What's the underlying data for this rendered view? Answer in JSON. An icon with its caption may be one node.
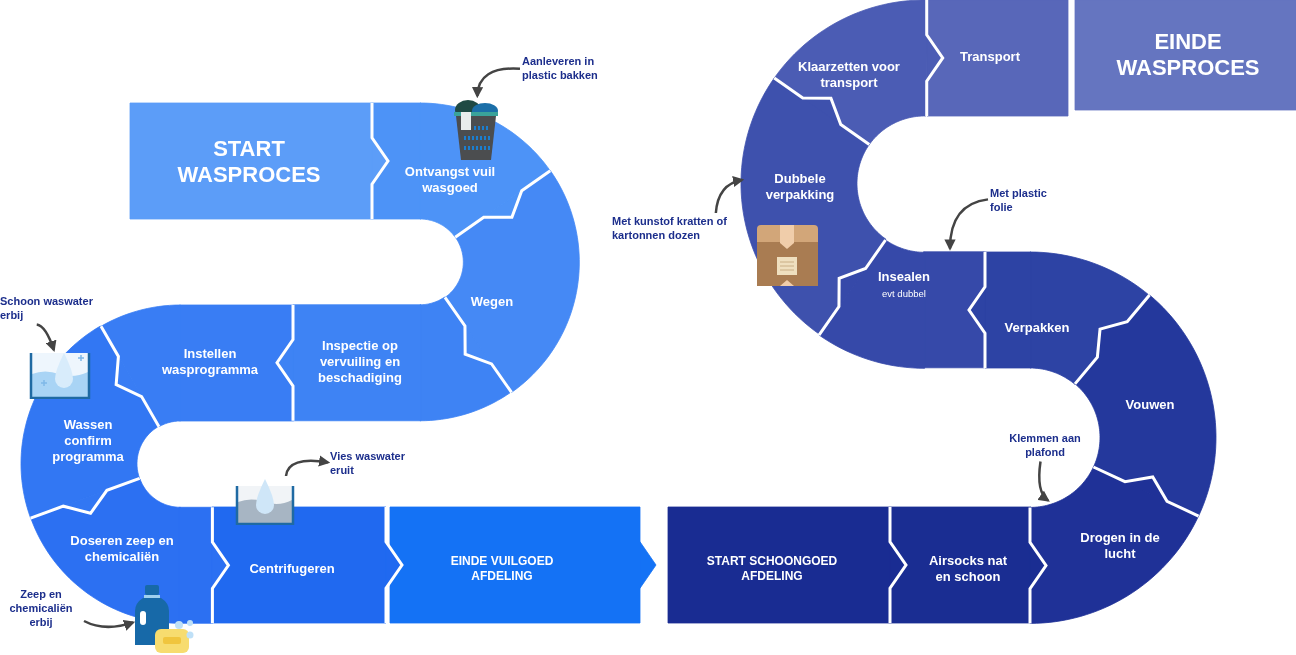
{
  "diagram": {
    "nodes": [
      {
        "text": [
          "START WASPROCES"
        ]
      },
      {
        "text": [
          "Ontvangst vuil wasgoed"
        ]
      },
      {
        "text": [
          "Wegen"
        ]
      },
      {
        "text": [
          "Inspectie op vervuiling en beschadiging"
        ]
      },
      {
        "text": [
          "Instellen wasprogramma"
        ]
      },
      {
        "text": [
          "Wassen confirm programma"
        ]
      },
      {
        "text": [
          "Doseren zeep en chemicaliën"
        ]
      },
      {
        "text": [
          "Centrifugeren"
        ]
      },
      {
        "text": [
          "EINDE VUILGOED AFDELING"
        ]
      },
      {
        "text": [
          "START SCHOONGOED AFDELING"
        ]
      },
      {
        "text": [
          "Airsocks nat en schoon"
        ]
      },
      {
        "text": [
          "Drogen in de lucht"
        ]
      },
      {
        "text": [
          "Vouwen"
        ]
      },
      {
        "text": [
          "Verpakken"
        ]
      },
      {
        "text": [
          "Insealen",
          "evt dubbel"
        ]
      },
      {
        "text": [
          "Dubbele verpakking"
        ]
      },
      {
        "text": [
          "Klaarzetten voor transport"
        ]
      },
      {
        "text": [
          "Transport"
        ]
      },
      {
        "text": [
          "EINDE WASPROCES"
        ]
      },
      {
        "text": [
          "Aanleveren in plastic bakken"
        ]
      },
      {
        "text": [],
        "shape": "picture",
        "in": 1
      },
      {
        "text": [
          "Schoon waswater erbij"
        ]
      },
      {
        "text": [],
        "shape": "picture",
        "in": 5
      },
      {
        "text": [
          "Vies waswater eruit"
        ]
      },
      {
        "text": [],
        "shape": "picture"
      },
      {
        "text": [
          "Zeep en chemicaliën erbij"
        ]
      },
      {
        "text": [],
        "shape": "picture"
      },
      {
        "text": [
          "Klemmen aan plafond"
        ]
      },
      {
        "text": [
          "Met plastic folie"
        ]
      },
      {
        "text": [
          "Met kunstof kratten of kartonnen dozen"
        ]
      },
      {
        "text": [],
        "shape": "picture",
        "in": 15
      }
    ],
    "edges": [
      {
        "from": 19,
        "to": 20,
        "arrow": "to"
      },
      {
        "from": 21,
        "to": 22,
        "arrow": "to"
      },
      {
        "from": 24,
        "to": 23,
        "arrow": "to"
      },
      {
        "from": 25,
        "to": 26,
        "arrow": "to"
      },
      {
        "from": 27,
        "to": 11,
        "arrow": "to"
      },
      {
        "from": 28,
        "to": 14,
        "arrow": "to"
      },
      {
        "from": 29,
        "to": 15,
        "arrow": "to"
      }
    ]
  }
}
